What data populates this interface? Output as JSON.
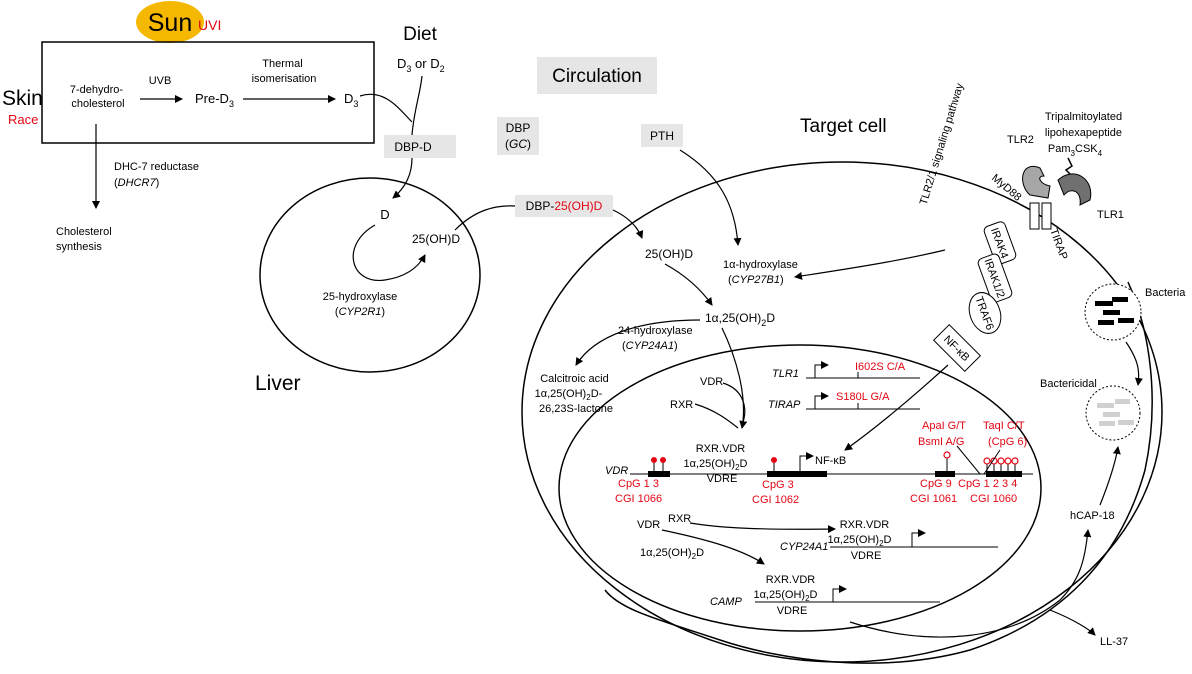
{
  "sun": {
    "label": "Sun",
    "uvi": "UVI",
    "color": "#f5b800"
  },
  "skin": {
    "label": "Skin",
    "race": "Race",
    "dehydro": [
      "7-dehydro-",
      "cholesterol"
    ],
    "uvb": "UVB",
    "pre_d3": "Pre-D",
    "pre_d3_sub": "3",
    "thermal": [
      "Thermal",
      "isomerisation"
    ],
    "d3": "D",
    "d3_sub": "3",
    "dhc": "DHC-7 reductase",
    "dhcr7_pre": "(",
    "dhcr7": "DHCR7",
    "dhcr7_post": ")",
    "cholesterol": [
      "Cholesterol",
      "synthesis"
    ]
  },
  "diet": {
    "label": "Diet",
    "d3_or_d2": [
      "D",
      "3",
      " or D",
      "2"
    ]
  },
  "circulation": "Circulation",
  "dbp_d": "DBP-D",
  "dbp_gc": {
    "line1": "DBP",
    "line2_pre": "(",
    "line2_it": "GC",
    "line2_post": ")"
  },
  "pth": "PTH",
  "dbp_25": {
    "pre": "DBP-",
    "red": "25(OH)D"
  },
  "liver": {
    "label": "Liver",
    "d": "D",
    "ohd": "25(OH)D",
    "hydroxylase": "25-hydroxylase",
    "cyp_pre": "(",
    "cyp": "CYP2R1",
    "cyp_post": ")"
  },
  "target": {
    "label": "Target cell",
    "ohd": "25(OH)D",
    "alpha_hyd": "1α-hydroxylase",
    "cyp27_pre": "(",
    "cyp27": "CYP27B1",
    "cyp27_post": ")",
    "calcitriol": [
      "1α,25(OH)",
      "2",
      "D"
    ],
    "hyd24": "24-hydroxylase",
    "cyp24_pre": "(",
    "cyp24": "CYP24A1",
    "cyp24_post": ")",
    "calcitroic": [
      "Calcitroic acid",
      "1α,25(OH)",
      "2",
      "D-",
      "26,23S-lactone"
    ]
  },
  "tlr": {
    "tripal": [
      "Tripalmitoylated",
      "lipohexapeptide",
      "Pam",
      "3",
      "CSK",
      "4"
    ],
    "tlr2": "TLR2",
    "tlr1": "TLR1",
    "myd88": "MyD88",
    "tirap": "TIRAP",
    "pathway": "TLR2/1 signaling pathway",
    "irak4": "IRAK4",
    "irak12": "IRAK1/2",
    "traf6": "TRAF6",
    "nfkb": "NF-κB"
  },
  "bacteria": "Bacteria",
  "bactericidal": "Bactericidal",
  "hcap": "hCAP-18",
  "ll37": "LL-37",
  "nucleus": {
    "tlr1": "TLR1",
    "i602s": "I602S C/A",
    "vdr1": "VDR",
    "rxr1": "RXR",
    "tirap": "TIRAP",
    "s180l": "S180L G/A",
    "rxrvdr": "RXR.VDR",
    "calc": [
      "1α,25(OH)",
      "2",
      "D"
    ],
    "vdre": "VDRE",
    "nfkb": "NF-κB",
    "vdr_gene": "VDR",
    "cpg13": "CpG 1 3",
    "cgi1066": "CGI 1066",
    "cpg3": "CpG 3",
    "cgi1062": "CGI 1062",
    "cpg9": "CpG 9",
    "cgi1061": "CGI 1061",
    "cpg1234": "CpG 1 2 3 4",
    "cgi1060": "CGI 1060",
    "apai": "ApaI G/T",
    "bsmi": "BsmI A/G",
    "taqi": "TaqI C/T",
    "cpg6": "(CpG 6)",
    "vdr2": "VDR",
    "rxr2": "RXR",
    "cyp24a1": "CYP24A1",
    "camp": "CAMP"
  },
  "colors": {
    "red": "#e30613",
    "box_gray": "#e6e6e6",
    "gray_icon": "#a6a6a6",
    "dark_icon": "#707070"
  }
}
